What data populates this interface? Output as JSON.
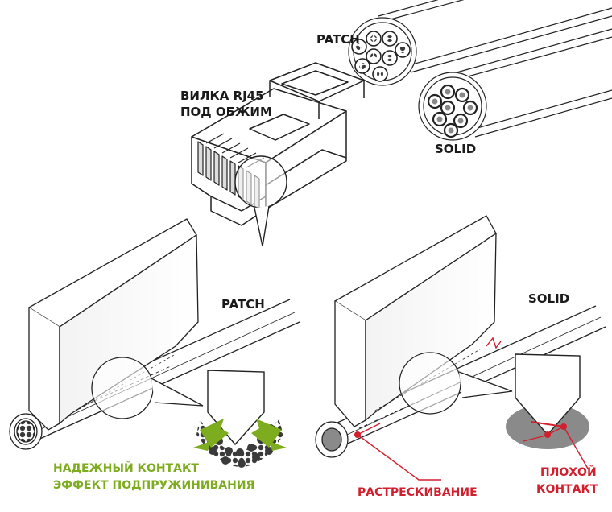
{
  "labels": {
    "top_patch": "PATCH",
    "top_solid": "SOLID",
    "rj45_line1": "ВИЛКА RJ45",
    "rj45_line2": "ПОД ОБЖИМ",
    "left_patch": "PATCH",
    "right_solid": "SOLID",
    "good_line1": "НАДЕЖНЫЙ КОНТАКТ",
    "good_line2": "ЭФФЕКТ ПОДПРУЖИНИВАНИЯ",
    "cracking": "РАСТРЕСКИВАНИЕ",
    "bad_line1": "ПЛОХОЙ",
    "bad_line2": "КОНТАКТ"
  },
  "colors": {
    "line": "#222222",
    "good": "#7dac1f",
    "bad": "#d21f2d",
    "strand": "#3a3a3a",
    "cut": "#9a9a9a"
  },
  "icons": {
    "patch_cable": "stranded-cable-icon",
    "solid_cable": "solid-core-cable-icon",
    "plug": "rj45-plug-icon",
    "good_arrows": "spring-arrows-icon"
  }
}
